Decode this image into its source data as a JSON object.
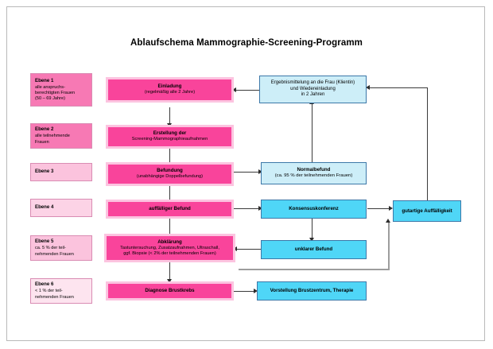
{
  "page": {
    "title": "Ablaufschema Mammographie-Screening-Programm"
  },
  "levels": [
    {
      "title": "Ebene 1",
      "line1": "alle anspruchs-",
      "line2": "berechtigten Frauen",
      "line3": "(50 – 69 Jahre)"
    },
    {
      "title": "Ebene 2",
      "line1": "alle teilnehmende",
      "line2": "Frauen",
      "line3": ""
    },
    {
      "title": "Ebene 3",
      "line1": "",
      "line2": "",
      "line3": ""
    },
    {
      "title": "Ebene 4",
      "line1": "",
      "line2": "",
      "line3": ""
    },
    {
      "title": "Ebene 5",
      "line1": "ca. 5 % der teil-",
      "line2": "nehmenden Frauen",
      "line3": ""
    },
    {
      "title": "Ebene 6",
      "line1": "< 1 % der teil-",
      "line2": "nehmenden Frauen",
      "line3": ""
    }
  ],
  "nodes": {
    "einladung": {
      "title": "Einladung",
      "sub1": "(regelmäßig alle 2 Jahre)"
    },
    "erstellung": {
      "title": "Erstellung der",
      "sub1": "Screening-Mammographieaufnahmen"
    },
    "befundung": {
      "title": "Befundung",
      "sub1": "(unabhängige Doppelbefundung)"
    },
    "auffaelliger_befund": {
      "title": "auffälliger Befund"
    },
    "abklaerung": {
      "title": "Abklärung",
      "sub1": "Tastuntersuchung, Zusatzaufnahmen, Ultraschall,",
      "sub2": "ggf. Biopsie (< 2% der teilnehmenden Frauen)"
    },
    "diagnose": {
      "title": "Diagnose Brustkrebs"
    },
    "ergebnismitteilung": {
      "line1": "Ergebnismittelung an die Frau (Klientin)",
      "line2": "und Wiedereinladung",
      "line3": "in 2 Jahren"
    },
    "normalbefund": {
      "title": "Normalbefund",
      "sub1": "(ca. 95 % der teilnehmenden Frauen)"
    },
    "konsensuskonferenz": {
      "title": "Konsensuskonferenz"
    },
    "unklarer_befund": {
      "title": "unklarer Befund"
    },
    "gutartige": {
      "title": "gutartige Auffälligkeit"
    },
    "vorstellung": {
      "title": "Vorstellung Brustzentrum, Therapie"
    }
  },
  "colors": {
    "pink_fill": "#f9449b",
    "pink_border": "#fcc4e0",
    "blue_pale_fill": "#cdeef8",
    "blue_strong_fill": "#4fd6f7",
    "blue_border": "#3c78a8",
    "level_border": "#d98cb3",
    "connector": "#3a3a3a",
    "connector_gray": "#9d9d9d"
  }
}
